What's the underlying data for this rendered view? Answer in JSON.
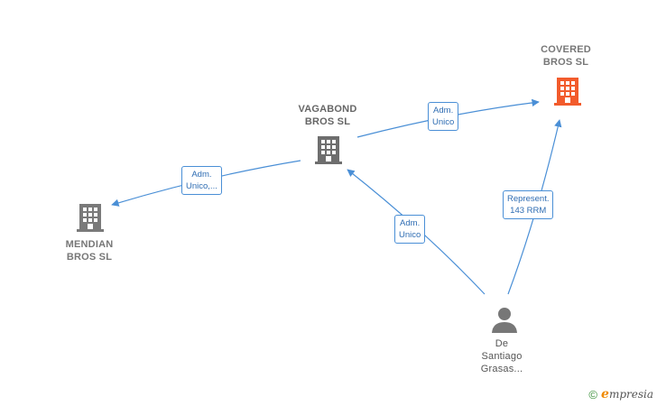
{
  "nodes": {
    "covered": {
      "line1": "COVERED",
      "line2": "BROS  SL",
      "color": "#f25b2c"
    },
    "vagabond": {
      "line1": "VAGABOND",
      "line2": "BROS  SL",
      "color": "#666666"
    },
    "mendian": {
      "line1": "MENDIAN",
      "line2": "BROS  SL",
      "color": "#777777"
    },
    "person": {
      "line1": "De",
      "line2": "Santiago",
      "line3": "Grasas...",
      "color": "#777777"
    }
  },
  "edges": {
    "vagabond_covered": {
      "line1": "Adm.",
      "line2": "Unico"
    },
    "vagabond_mendian": {
      "line1": "Adm.",
      "line2": "Unico,..."
    },
    "person_vagabond": {
      "line1": "Adm.",
      "line2": "Unico"
    },
    "person_covered": {
      "line1": "Represent.",
      "line2": "143 RRM"
    }
  },
  "footer": {
    "copyright": "©",
    "brand_initial": "e",
    "brand_rest": "mpresia"
  },
  "colors": {
    "edge": "#4a8fd6",
    "highlight": "#f25b2c",
    "company": "#6e6e6e"
  }
}
